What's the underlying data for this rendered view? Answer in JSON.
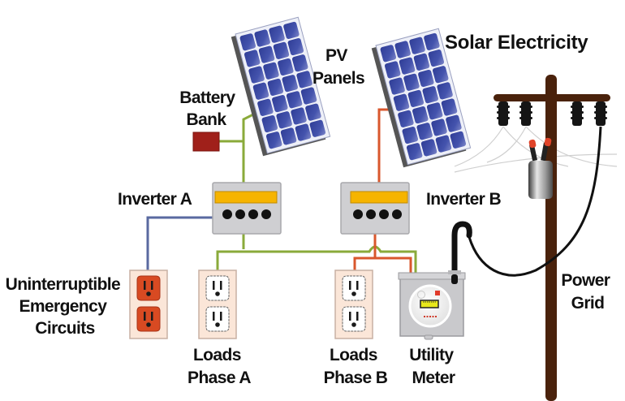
{
  "title": "Solar Electricity",
  "labels": {
    "pv_panels": [
      "PV",
      "Panels"
    ],
    "battery_bank": [
      "Battery",
      "Bank"
    ],
    "inverter_a": "Inverter A",
    "inverter_b": "Inverter B",
    "emergency": [
      "Uninterruptible",
      "Emergency",
      "Circuits"
    ],
    "loads_a": [
      "Loads",
      "Phase A"
    ],
    "loads_b": [
      "Loads",
      "Phase B"
    ],
    "utility_meter": [
      "Utility",
      "Meter"
    ],
    "power_grid": [
      "Power",
      "Grid"
    ]
  },
  "components": {
    "pv_panels": {
      "count": 2,
      "cell_grid": "4x7"
    },
    "inverters": [
      "Inverter A",
      "Inverter B"
    ],
    "outlets": [
      {
        "group": "Uninterruptible Emergency Circuits",
        "receptacles": 2,
        "color": "#d84a22"
      },
      {
        "group": "Loads Phase A",
        "receptacles": 2,
        "color": "#ffffff"
      },
      {
        "group": "Loads Phase B",
        "receptacles": 2,
        "color": "#ffffff"
      }
    ]
  },
  "colors": {
    "wire_battery_side": "#8aaa3a",
    "wire_grid_side": "#d9572d",
    "wire_ups": "#5a6aa0",
    "service_cable": "#111111",
    "panel_cell": "#3d4aa0",
    "inverter_body": "#cfcfd2",
    "inverter_display": "#f6b400",
    "battery": "#a0201a",
    "pole": "#4a220c",
    "outlet_plate": "#fbe6d8"
  }
}
